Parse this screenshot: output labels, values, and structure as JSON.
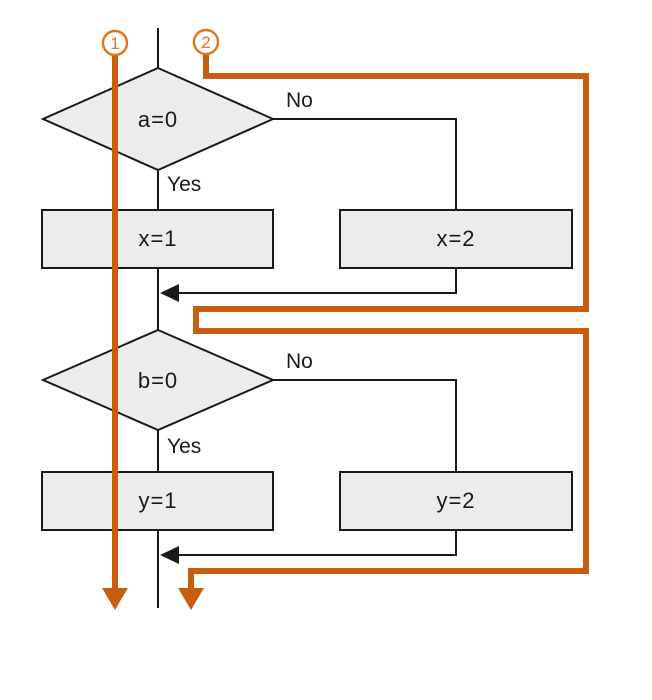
{
  "diagram": {
    "title": "branching flowchart with two highlighted execution paths",
    "colors": {
      "background": "#ffffff",
      "flow_line": "#1a1a1a",
      "node_fill": "#ececec",
      "node_stroke": "#1a1a1a",
      "text": "#1a1a1a",
      "path_orange": "#c85d10",
      "badge_orange": "#e2741c",
      "badge_fill": "#ffffff"
    },
    "badges": {
      "path1": {
        "label": "1"
      },
      "path2": {
        "label": "2"
      }
    },
    "decisions": {
      "a": {
        "label": "a=0",
        "yes": "Yes",
        "no": "No"
      },
      "b": {
        "label": "b=0",
        "yes": "Yes",
        "no": "No"
      }
    },
    "boxes": {
      "x1": {
        "label": "x=1"
      },
      "x2": {
        "label": "x=2"
      },
      "y1": {
        "label": "y=1"
      },
      "y2": {
        "label": "y=2"
      }
    }
  }
}
